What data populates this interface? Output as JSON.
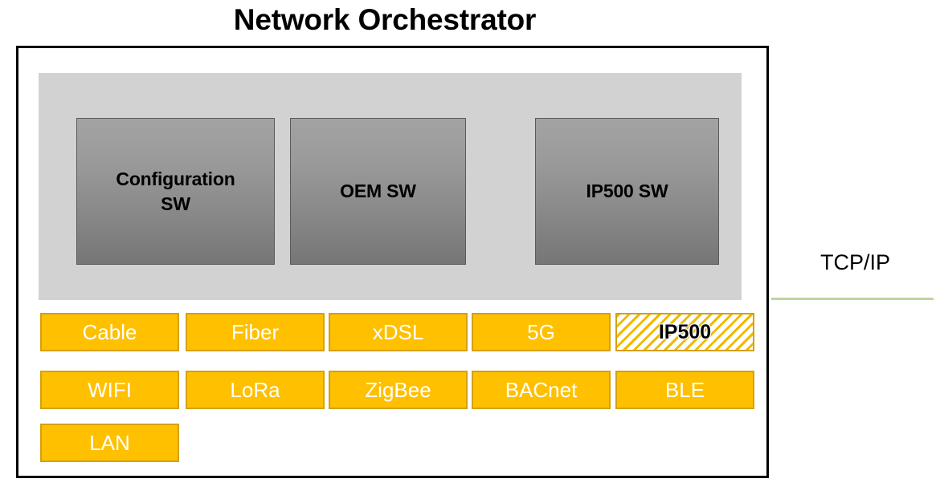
{
  "title": "Network Orchestrator",
  "software_layer": {
    "boxes": [
      {
        "label": "Configuration\nSW",
        "name": "configuration-sw"
      },
      {
        "label": "OEM SW",
        "name": "oem-sw"
      },
      {
        "label": "IP500 SW",
        "name": "ip500-sw"
      }
    ]
  },
  "connectivity": {
    "rows": [
      {
        "chips": [
          {
            "label": "Cable",
            "highlighted": false
          },
          {
            "label": "Fiber",
            "highlighted": false
          },
          {
            "label": "xDSL",
            "highlighted": false
          },
          {
            "label": "5G",
            "highlighted": false
          },
          {
            "label": "IP500",
            "highlighted": true
          }
        ]
      },
      {
        "chips": [
          {
            "label": "WIFI",
            "highlighted": false
          },
          {
            "label": "LoRa",
            "highlighted": false
          },
          {
            "label": "ZigBee",
            "highlighted": false
          },
          {
            "label": "BACnet",
            "highlighted": false
          },
          {
            "label": "BLE",
            "highlighted": false
          }
        ]
      },
      {
        "chips": [
          {
            "label": "LAN",
            "highlighted": false
          }
        ]
      }
    ]
  },
  "annotation": {
    "tcpip_label": "TCP/IP"
  },
  "colors": {
    "chip_fill": "#FFC000",
    "chip_border": "#D6A013",
    "panel_grey": "#D2D2D2",
    "sw_box_grey_top": "#A3A3A3",
    "sw_box_grey_bottom": "#767676",
    "frame_border": "#000000",
    "tcpip_line": "#BDD5A2",
    "chip_text": "#FFFFFF",
    "highlight_text": "#000000"
  }
}
